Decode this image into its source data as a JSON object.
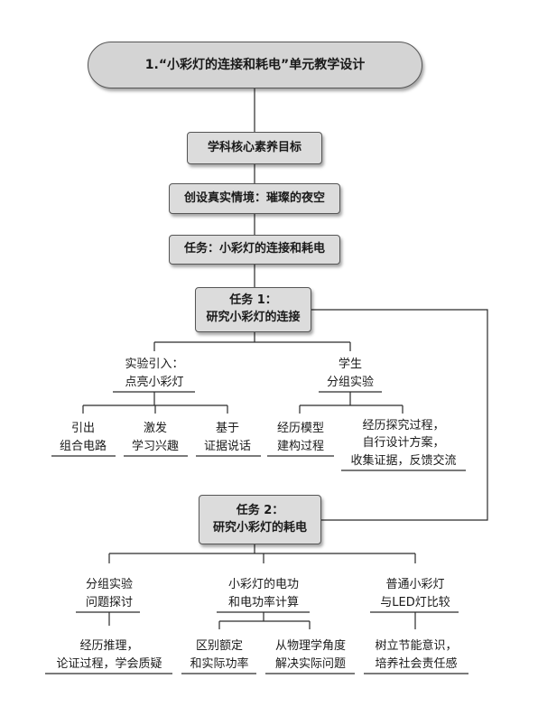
{
  "title": "1.“小彩灯的连接和耗电”单元教学设计",
  "goal": "学科核心素养目标",
  "situation": "创设真实情境：璀璨的夜空",
  "task": "任务：小彩灯的连接和耗电",
  "task1": {
    "line1": "任务 1：",
    "line2": "研究小彩灯的连接"
  },
  "branch_intro": {
    "line1": "实验引入：",
    "line2": "点亮小彩灯"
  },
  "branch_group": {
    "line1": "学生",
    "line2": "分组实验"
  },
  "leaf_lead": {
    "line1": "引出",
    "line2": "组合电路"
  },
  "leaf_interest": {
    "line1": "激发",
    "line2": "学习兴趣"
  },
  "leaf_evidence": {
    "line1": "基于",
    "line2": "证据说话"
  },
  "leaf_model": {
    "line1": "经历模型",
    "line2": "建构过程"
  },
  "leaf_inquiry": {
    "line1": "经历探究过程，",
    "line2": "自行设计方案，",
    "line3": "收集证据，反馈交流"
  },
  "task2": {
    "line1": "任务 2：",
    "line2": "研究小彩灯的耗电"
  },
  "branch_group2": {
    "line1": "分组实验",
    "line2": "问题探讨"
  },
  "branch_power": {
    "line1": "小彩灯的电功",
    "line2": "和电功率计算"
  },
  "branch_compare": {
    "line1": "普通小彩灯",
    "line2": "与LED灯比较"
  },
  "leaf_reasoning": {
    "line1": "经历推理，",
    "line2": "论证过程，学会质疑"
  },
  "leaf_rated": {
    "line1": "区别额定",
    "line2": "和实际功率"
  },
  "leaf_physics": {
    "line1": "从物理学角度",
    "line2": "解决实际问题"
  },
  "leaf_energy": {
    "line1": "树立节能意识，",
    "line2": "培养社会责任感"
  }
}
